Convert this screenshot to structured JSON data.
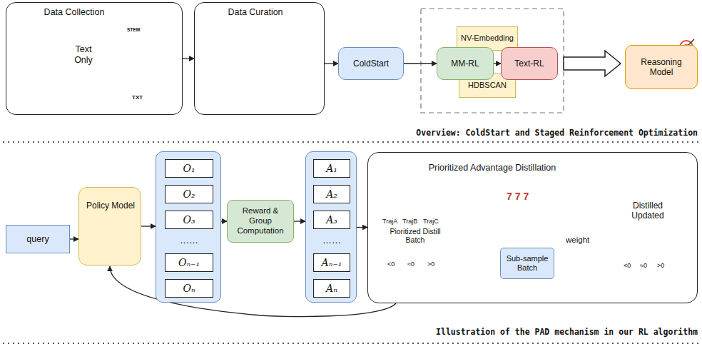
{
  "diagram": {
    "nodes": [
      {
        "text": [
          "Data Collection",
          "Text Only"
        ]
      },
      {
        "text": [
          "Data Curation"
        ]
      },
      {
        "text": [
          "NV-Embedding"
        ],
        "in": 1
      },
      {
        "text": [
          "HDBSCAN"
        ],
        "in": 1
      },
      {
        "text": [
          "ColdStart"
        ]
      },
      {
        "text": [
          "MM-RL"
        ]
      },
      {
        "text": [
          "Text-RL"
        ]
      },
      {
        "text": [
          "Reasoning Model"
        ]
      },
      {
        "text": [
          "query"
        ]
      },
      {
        "text": [
          "Policy Model"
        ]
      },
      {
        "text": [
          "……"
        ]
      },
      {
        "text": [
          "O₁"
        ],
        "in": 10
      },
      {
        "text": [
          "O₂"
        ],
        "in": 10
      },
      {
        "text": [
          "O₃"
        ],
        "in": 10
      },
      {
        "text": [
          "Oₙ₋₁"
        ],
        "in": 10
      },
      {
        "text": [
          "Oₙ"
        ],
        "in": 10
      },
      {
        "text": [
          "Reward & Group Computation"
        ]
      },
      {
        "text": [
          "……"
        ]
      },
      {
        "text": [
          "A₁"
        ],
        "in": 17
      },
      {
        "text": [
          "A₂"
        ],
        "in": 17
      },
      {
        "text": [
          "A₃"
        ],
        "in": 17
      },
      {
        "text": [
          "Aₙ₋₁"
        ],
        "in": 17
      },
      {
        "text": [
          "Aₙ"
        ],
        "in": 17
      },
      {
        "text": [
          "Prioritized Advantage Distillation"
        ]
      },
      {
        "text": [
          "Sub-sample Batch"
        ],
        "in": 23
      }
    ],
    "edges": [
      {
        "from": 0,
        "to": 1,
        "arrow": "to"
      },
      {
        "from": 1,
        "to": 4,
        "arrow": "to"
      },
      {
        "from": 4,
        "to": 5,
        "arrow": "to"
      },
      {
        "from": 5,
        "to": 6,
        "arrow": "to"
      },
      {
        "from": 6,
        "to": 7,
        "arrow": "to"
      },
      {
        "from": 8,
        "to": 9,
        "arrow": "to"
      },
      {
        "from": 9,
        "to": 10,
        "arrow": "to"
      },
      {
        "from": 10,
        "to": 16,
        "arrow": "to"
      },
      {
        "from": 16,
        "to": 17,
        "arrow": "to"
      },
      {
        "from": 17,
        "to": 23,
        "arrow": "to"
      },
      {
        "from": 23,
        "to": 9,
        "arrow": "to"
      }
    ],
    "labels": [
      "STEM",
      "TXT",
      "TrajA",
      "TrajB",
      "TrajC",
      "Pioritized Distill Batch",
      "<0",
      "≈0",
      ">0",
      "777",
      "weight",
      "Distilled Updated",
      "<0",
      "≈0",
      ">0",
      "Overview: ColdStart and Staged Reinforcement Optimization",
      "Illustration of the PAD mechanism in our RL algorithm"
    ]
  }
}
